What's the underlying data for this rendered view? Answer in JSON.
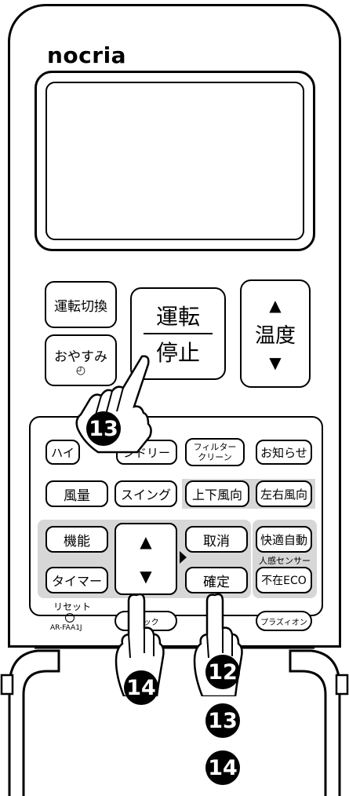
{
  "brand": "nocria",
  "buttons": {
    "mode_switch": "運転切換",
    "sleep": "おやすみ",
    "sleep_icon": "◴",
    "run_top": "運転",
    "run_bottom": "停止",
    "temp_label": "温度",
    "temp_up": "▲",
    "temp_down": "▼",
    "high_power": "ハイ",
    "dry": "ンドリー",
    "filter_line1": "フィルター",
    "filter_line2": "クリーン",
    "notify": "お知らせ",
    "fan": "風量",
    "swing": "スイング",
    "updown": "上下風向",
    "leftright": "左右風向",
    "function": "機能",
    "cancel": "取消",
    "comfort_auto": "快適自動",
    "sensor_label": "人感センサー",
    "timer": "タイマー",
    "nav_up": "▲",
    "nav_down": "▼",
    "confirm": "確定",
    "absent_eco": "不在ECO",
    "reset_label": "リセット",
    "model": "AR-FAA1J",
    "check": "チ   ック",
    "plasma": "プラズィオン"
  },
  "callouts": {
    "run_finger": "13",
    "confirm_finger": "12",
    "nav_finger": "14",
    "step_13": "13",
    "step_14": "14"
  }
}
